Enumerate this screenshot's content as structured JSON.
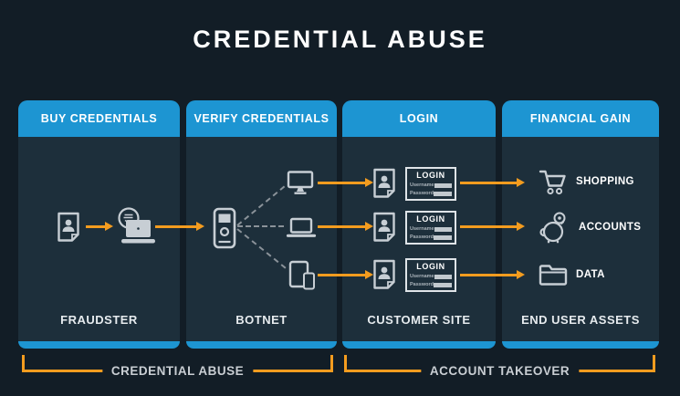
{
  "title": "CREDENTIAL ABUSE",
  "columns": [
    {
      "header": "BUY CREDENTIALS",
      "label": "FRAUDSTER"
    },
    {
      "header": "VERIFY CREDENTIALS",
      "label": "BOTNET"
    },
    {
      "header": "LOGIN",
      "label": "CUSTOMER SITE"
    },
    {
      "header": "FINANCIAL GAIN",
      "label": "END USER ASSETS"
    }
  ],
  "login_form": {
    "title": "LOGIN",
    "username_label": "Username",
    "password_label": "Password"
  },
  "assets": [
    {
      "icon": "shopping-cart-icon",
      "label": "SHOPPING"
    },
    {
      "icon": "piggy-bank-icon",
      "label": "ACCOUNTS"
    },
    {
      "icon": "folder-icon",
      "label": "DATA"
    }
  ],
  "brackets": [
    {
      "label": "CREDENTIAL ABUSE"
    },
    {
      "label": "ACCOUNT TAKEOVER"
    }
  ],
  "colors": {
    "background": "#121d26",
    "panel": "#1d2f3b",
    "header_blue": "#1d95d2",
    "arrow_orange": "#f39c1f",
    "icon_gray": "#c7ced4",
    "dashed_line": "#8a9299"
  }
}
